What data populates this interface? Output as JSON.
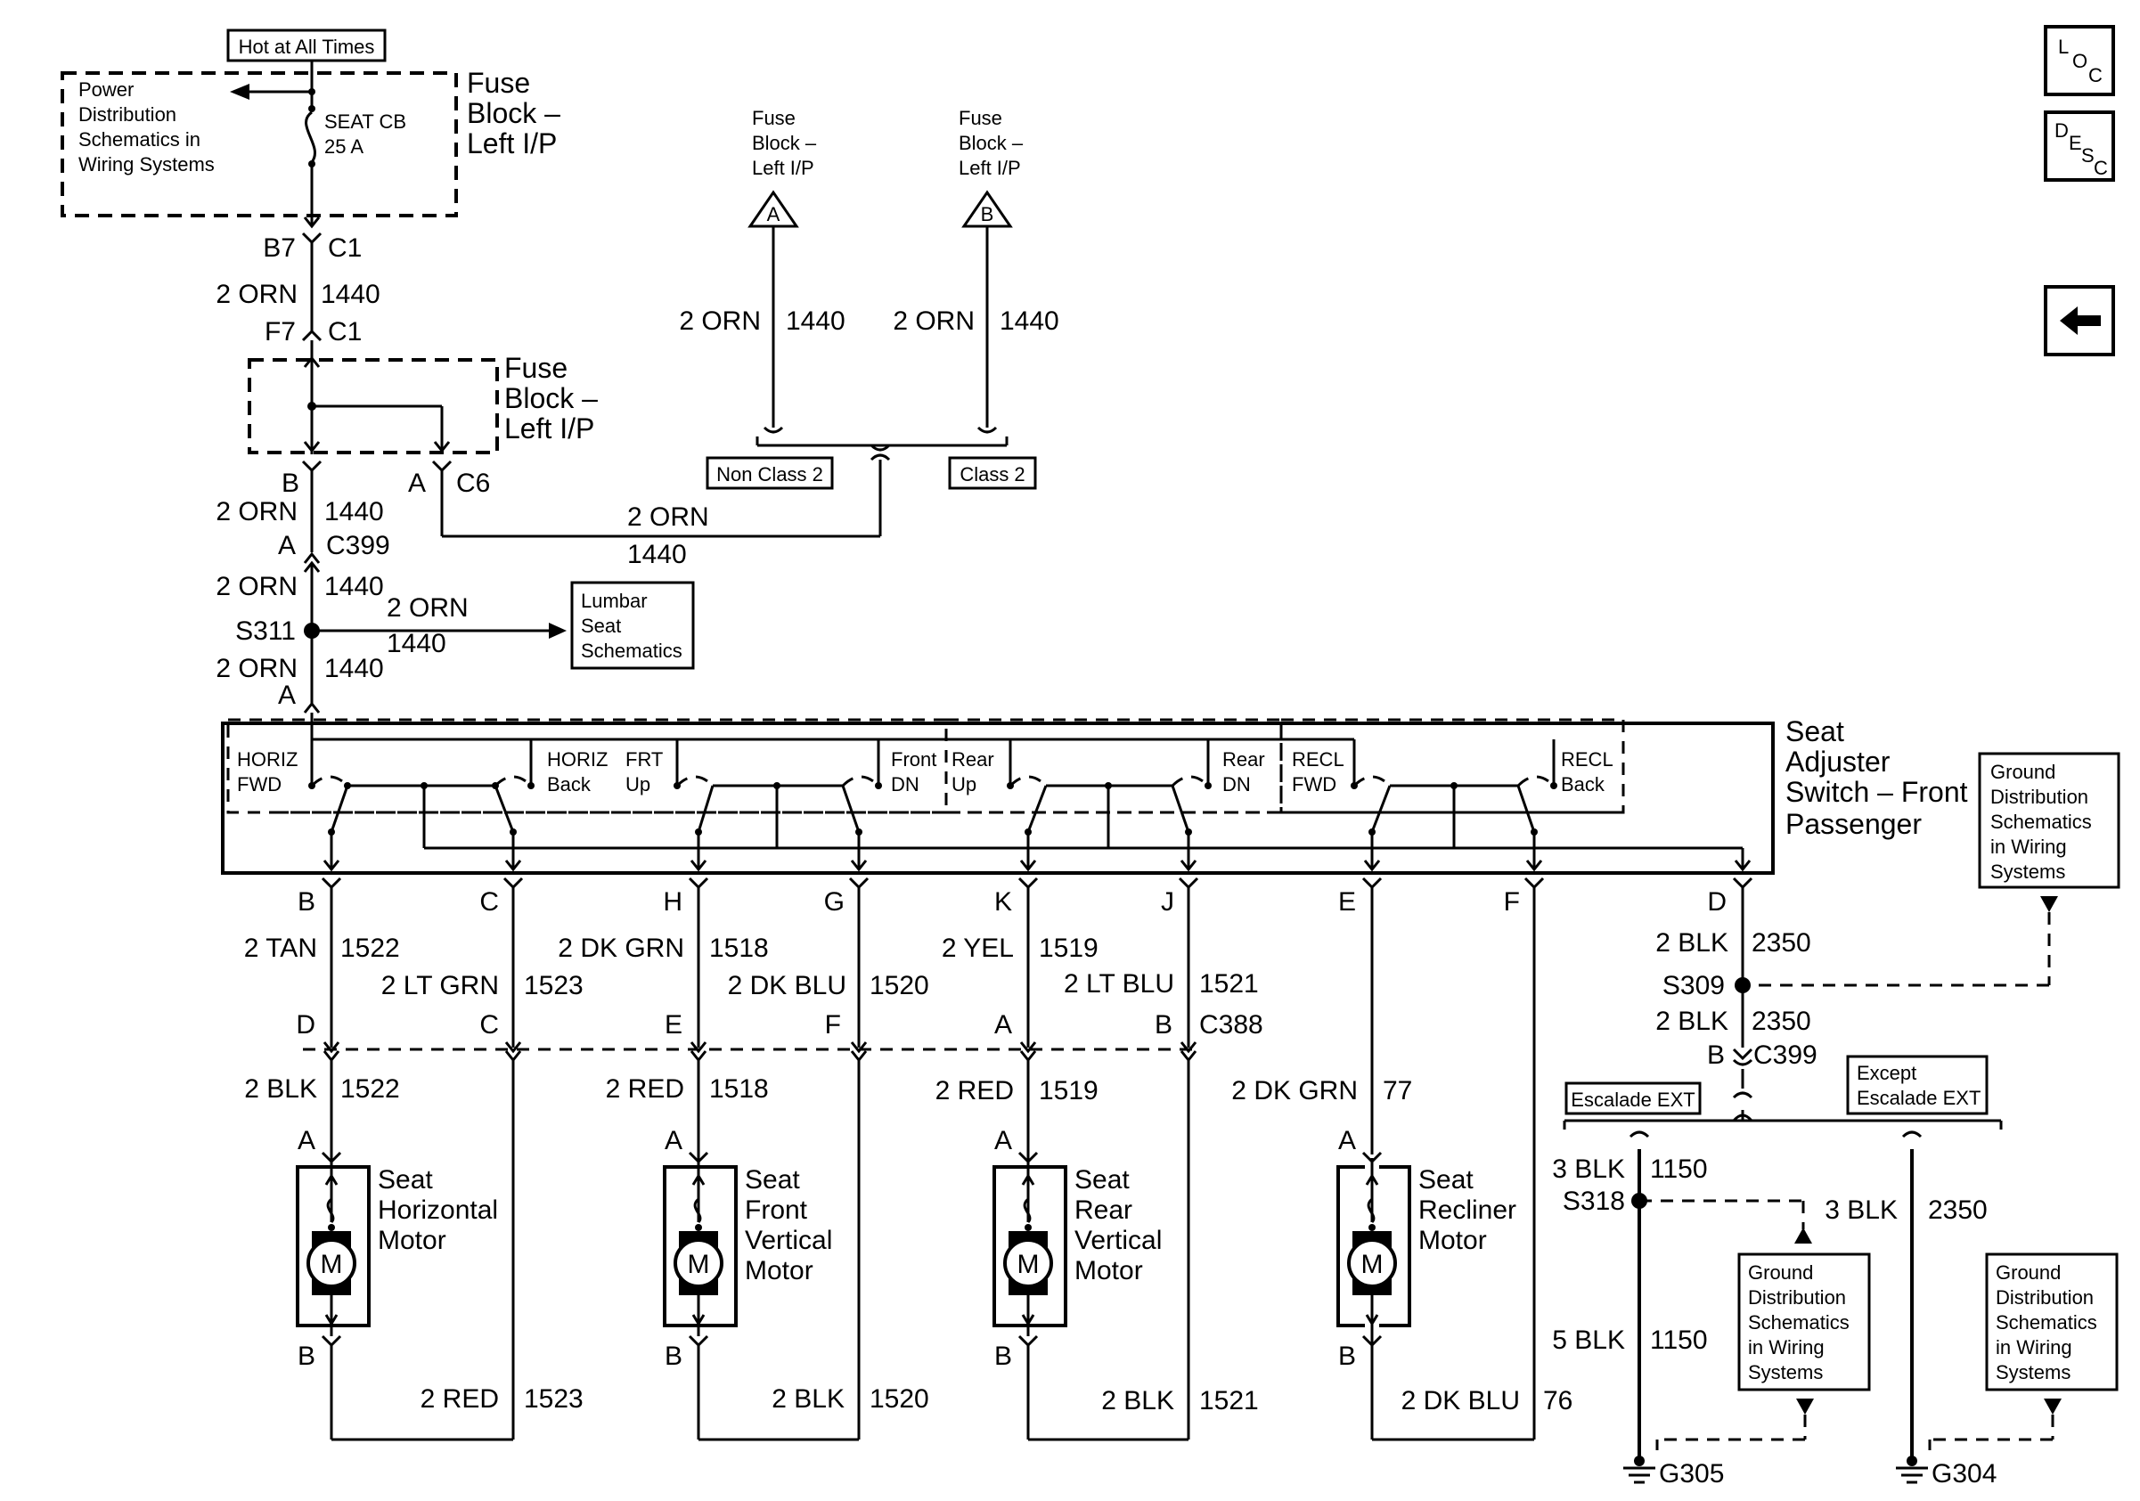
{
  "power": {
    "hot_at_all_times": "Hot at All Times",
    "pds_lines": [
      "Power",
      "Distribution",
      "Schematics in",
      "Wiring Systems"
    ],
    "seat_cb": "SEAT CB",
    "seat_cb_amp": "25 A",
    "fuse_block_lines": [
      "Fuse",
      "Block –",
      "Left I/P"
    ]
  },
  "main_wire": {
    "b7": "B7",
    "c1_top": "C1",
    "orn_top": "2 ORN",
    "num_top": "1440",
    "f7": "F7",
    "c1_bot": "C1",
    "fuse2_lines": [
      "Fuse",
      "Block –",
      "Left I/P"
    ],
    "pin_b": "B",
    "pin_a": "A",
    "c6": "C6",
    "orn_b": "2 ORN",
    "num_b": "1440",
    "pin_a2": "A",
    "c399": "C399",
    "orn_s311_top": "2 ORN",
    "num_s311_top": "1440",
    "s311": "S311",
    "orn_lumbar": "2 ORN",
    "num_lumbar": "1440",
    "orn_s311_bot": "2 ORN",
    "num_s311_bot": "1440",
    "pin_a3": "A",
    "c6_orn": "2 ORN",
    "c6_num": "1440"
  },
  "lumbar": {
    "lines": [
      "Lumbar",
      "Seat",
      "Schematics"
    ]
  },
  "alt_fuse": {
    "a_lines": [
      "Fuse",
      "Block –",
      "Left I/P"
    ],
    "a_letter": "A",
    "b_lines": [
      "Fuse",
      "Block –",
      "Left I/P"
    ],
    "b_letter": "B",
    "a_orn": "2 ORN",
    "a_num": "1440",
    "b_orn": "2 ORN",
    "b_num": "1440",
    "non_class": "Non Class 2",
    "class": "Class 2"
  },
  "switch": {
    "title_lines": [
      "Seat",
      "Adjuster",
      "Switch – Front",
      "Passenger"
    ],
    "labels": [
      [
        "HORIZ",
        "FWD"
      ],
      [
        "HORIZ",
        "Back"
      ],
      [
        "FRT",
        "Up"
      ],
      [
        "Front",
        "DN"
      ],
      [
        "Rear",
        "Up"
      ],
      [
        "Rear",
        "DN"
      ],
      [
        "RECL",
        "FWD"
      ],
      [
        "RECL",
        "Back"
      ]
    ]
  },
  "ground_top": {
    "lines": [
      "Ground",
      "Distribution",
      "Schematics",
      "in Wiring",
      "Systems"
    ]
  },
  "circuits": [
    {
      "p1": "B",
      "c1": "2 TAN",
      "n1": "1522",
      "p2": "D",
      "c2": "2 BLK",
      "n2": "1522"
    },
    {
      "p1": "C",
      "c1": "2 LT GRN",
      "n1": "1523",
      "p2": "C"
    },
    {
      "p1": "H",
      "c1": "2 DK GRN",
      "n1": "1518",
      "p2": "E",
      "c2": "2 RED",
      "n2": "1518"
    },
    {
      "p1": "G",
      "c1": "2 DK BLU",
      "n1": "1520",
      "p2": "F"
    },
    {
      "p1": "K",
      "c1": "2 YEL",
      "n1": "1519",
      "p2": "A",
      "c2": "2 RED",
      "n2": "1519"
    },
    {
      "p1": "J",
      "c1": "2 LT BLU",
      "n1": "1521",
      "p2": "B",
      "conn": "C388"
    },
    {
      "p1": "E",
      "c2": "2 DK GRN",
      "n2": "77"
    },
    {
      "p1": "F"
    }
  ],
  "motors": [
    {
      "lines": [
        "Seat",
        "Horizontal",
        "Motor"
      ],
      "top": "A",
      "bottom": "B",
      "m": "M",
      "ret_color": "2 RED",
      "ret_num": "1523"
    },
    {
      "lines": [
        "Seat",
        "Front",
        "Vertical",
        "Motor"
      ],
      "top": "A",
      "bottom": "B",
      "m": "M",
      "ret_color": "2 BLK",
      "ret_num": "1520"
    },
    {
      "lines": [
        "Seat",
        "Rear",
        "Vertical",
        "Motor"
      ],
      "top": "A",
      "bottom": "B",
      "m": "M",
      "ret_color": "2 BLK",
      "ret_num": "1521"
    },
    {
      "lines": [
        "Seat",
        "Recliner",
        "Motor"
      ],
      "top": "A",
      "bottom": "B",
      "m": "M",
      "ret_color": "2 DK BLU",
      "ret_num": "76"
    }
  ],
  "ground_path": {
    "pin_d": "D",
    "blk1": "2 BLK",
    "num1": "2350",
    "s309": "S309",
    "blk2": "2 BLK",
    "num2": "2350",
    "pin_b": "B",
    "c399": "C399",
    "escalade": "Escalade EXT",
    "except_lines": [
      "Except",
      "Escalade EXT"
    ],
    "blk3": "3 BLK",
    "num3": "1150",
    "s318": "S318",
    "blk4": "5 BLK",
    "num4": "1150",
    "blk5": "3 BLK",
    "num5": "2350",
    "g305": "G305",
    "g304": "G304"
  },
  "ground_a": {
    "lines": [
      "Ground",
      "Distribution",
      "Schematics",
      "in Wiring",
      "Systems"
    ]
  },
  "ground_b": {
    "lines": [
      "Ground",
      "Distribution",
      "Schematics",
      "in Wiring",
      "Systems"
    ]
  },
  "nav": {
    "loc": [
      "L",
      "O",
      "C"
    ],
    "desc": [
      "D",
      "E",
      "S",
      "C"
    ],
    "back_icon": "arrow-left-icon"
  }
}
